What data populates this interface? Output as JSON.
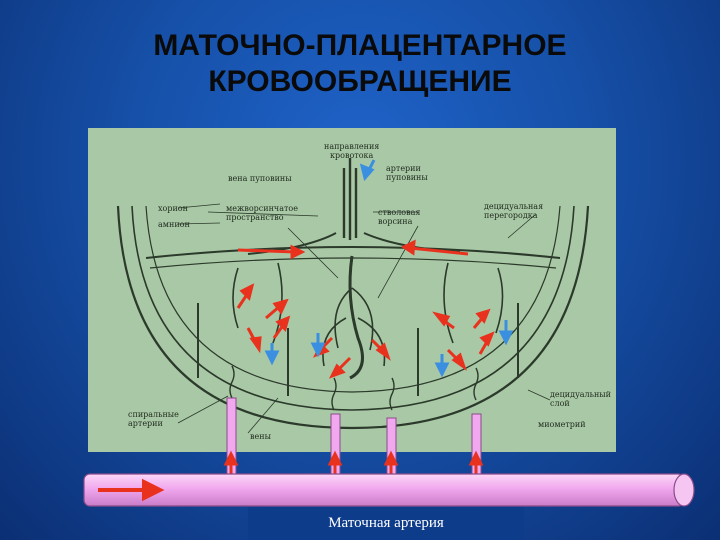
{
  "title": {
    "line1": "МАТОЧНО-ПЛАЦЕНТАРНОЕ",
    "line2": "КРОВООБРАЩЕНИЕ"
  },
  "labels": {
    "blood_flow_direction_1": "направления",
    "blood_flow_direction_2": "кровотока",
    "umbilical_vein": "вена пуповины",
    "umbilical_artery_1": "артерии",
    "umbilical_artery_2": "пуповины",
    "chorion": "хорион",
    "amnion": "амнион",
    "intervillous_space_1": "межворсинчатое",
    "intervillous_space_2": "пространство",
    "stem_villus_1": "стволовая",
    "stem_villus_2": "ворсина",
    "decidual_septum_1": "децидуальная",
    "decidual_septum_2": "перегородка",
    "spiral_arteries_1": "спиральные",
    "spiral_arteries_2": "артерии",
    "veins": "вены",
    "decidual_layer_1": "децидуальный",
    "decidual_layer_2": "слой",
    "myometrium": "миометрий"
  },
  "caption": "Маточная артерия",
  "colors": {
    "flow_arrow": "#e8321e",
    "venous_arrow": "#3a8fe0",
    "artery_tube": "#f1a8ee",
    "diagram_bg": "#a9c8a5"
  }
}
